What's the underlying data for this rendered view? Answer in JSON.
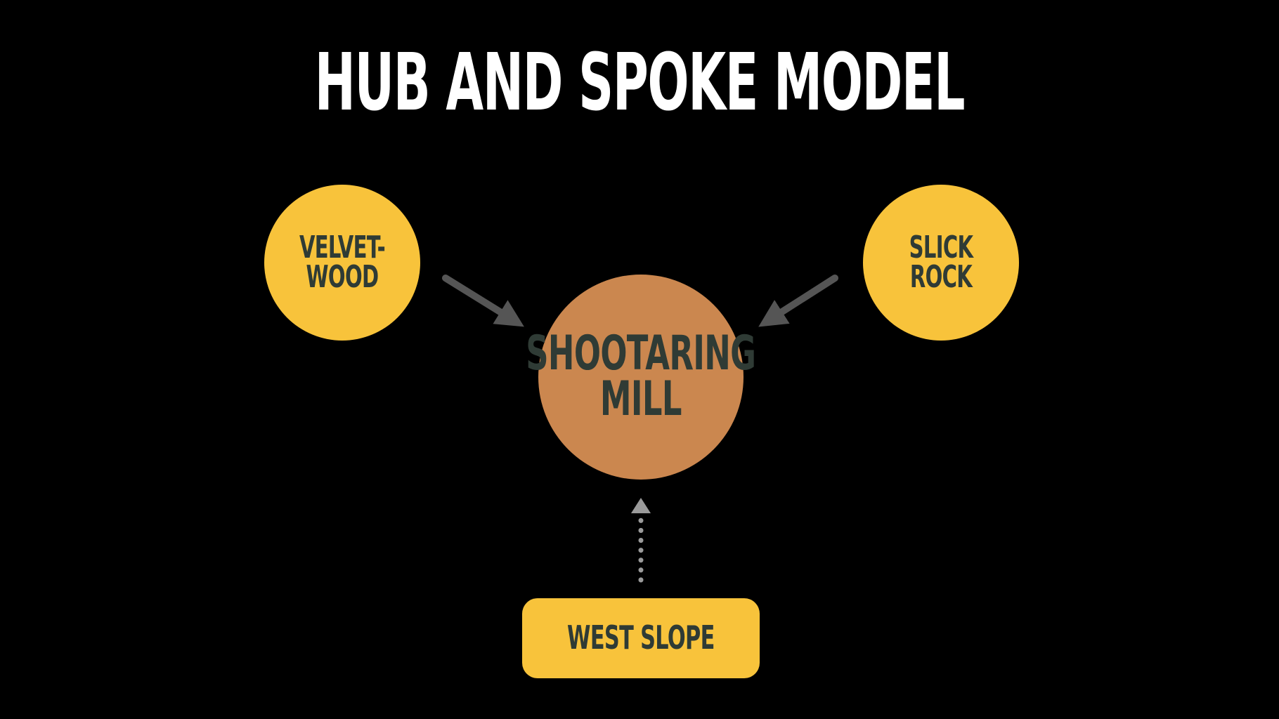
{
  "title": "HUB AND SPOKE MODEL",
  "hub": {
    "label": "SHOOTARING\nMILL"
  },
  "spokes": [
    {
      "label": "VELVET-WOOD",
      "shape": "circle"
    },
    {
      "label": "SLICK ROCK",
      "shape": "circle"
    },
    {
      "label": "WEST SLOPE",
      "shape": "rounded-rectangle"
    }
  ],
  "connections": [
    {
      "from": "VELVET-WOOD",
      "to": "SHOOTARING\nMILL",
      "style": "solid"
    },
    {
      "from": "SLICK ROCK",
      "to": "SHOOTARING\nMILL",
      "style": "solid"
    },
    {
      "from": "WEST SLOPE",
      "to": "SHOOTARING\nMILL",
      "style": "dotted"
    }
  ],
  "colors": {
    "background": "#000000",
    "title": "#ffffff",
    "spoke_fill": "#f8c33b",
    "hub_fill": "#cb874f",
    "node_text": "#2f3b35",
    "solid_arrow": "#555555",
    "dotted_arrow": "#9a9a9a"
  }
}
